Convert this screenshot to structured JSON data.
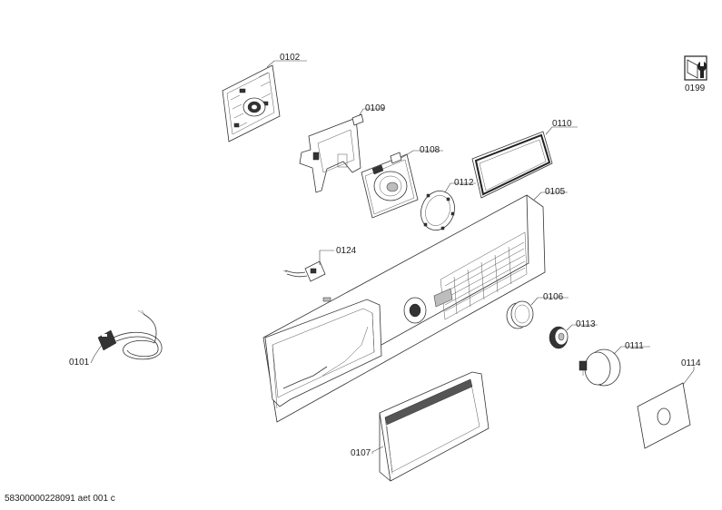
{
  "parts": [
    {
      "id": "p0102",
      "label": "0102"
    },
    {
      "id": "p0109",
      "label": "0109"
    },
    {
      "id": "p0108",
      "label": "0108"
    },
    {
      "id": "p0110",
      "label": "0110"
    },
    {
      "id": "p0112",
      "label": "0112"
    },
    {
      "id": "p0105",
      "label": "0105"
    },
    {
      "id": "p0124",
      "label": "0124"
    },
    {
      "id": "p0106",
      "label": "0106"
    },
    {
      "id": "p0113",
      "label": "0113"
    },
    {
      "id": "p0111",
      "label": "0111"
    },
    {
      "id": "p0114",
      "label": "0114"
    },
    {
      "id": "p0101",
      "label": "0101"
    },
    {
      "id": "p0107",
      "label": "0107"
    },
    {
      "id": "p0199",
      "label": "0199"
    }
  ],
  "document_number": "58300000228091 aet 001 c",
  "icons": {
    "service_tool": "wrench-screwdriver-icon"
  }
}
